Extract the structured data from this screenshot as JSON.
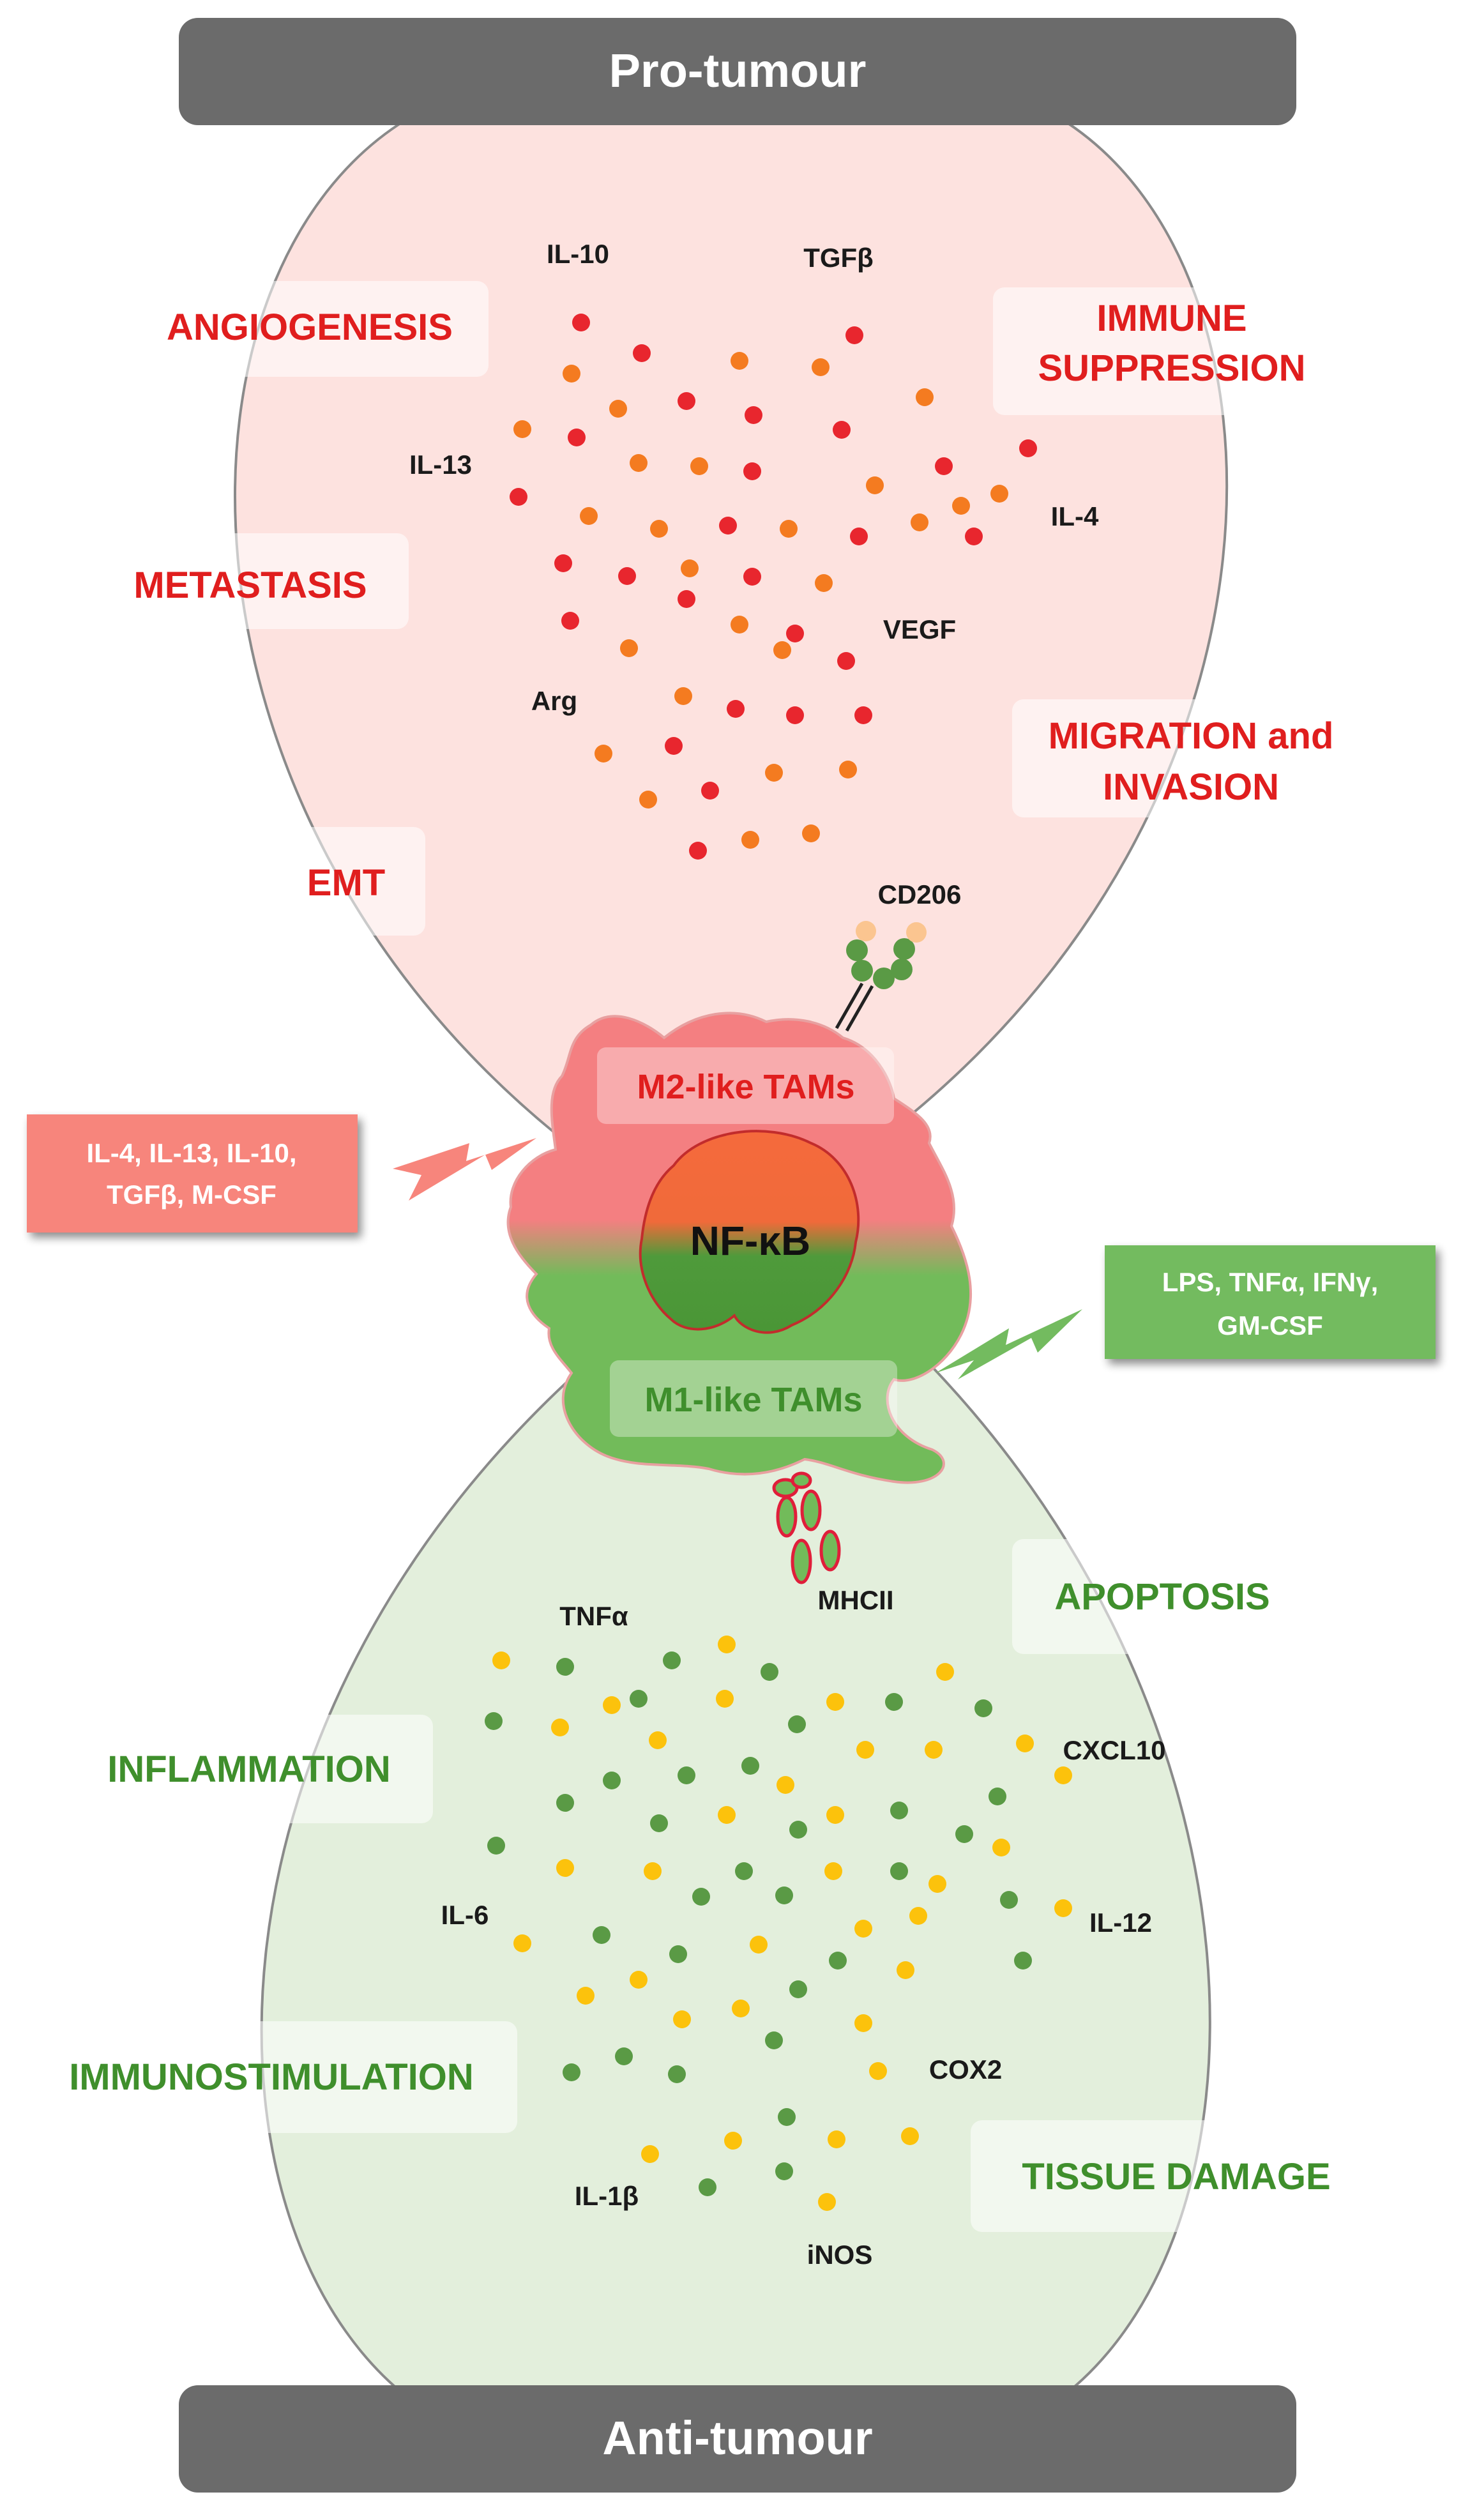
{
  "banners": {
    "top": "Pro-tumour",
    "bottom": "Anti-tumour"
  },
  "pro_effects": {
    "angiogenesis": "ANGIOGENESIS",
    "immune_line1": "IMMUNE",
    "immune_line2": "SUPPRESSION",
    "metastasis": "METASTASIS",
    "migration_line1": "MIGRATION and",
    "migration_line2": "INVASION",
    "emt": "EMT"
  },
  "pro_cytokines": {
    "il10": "IL-10",
    "tgfb": "TGFβ",
    "il13": "IL-13",
    "il4": "IL-4",
    "vegf": "VEGF",
    "arg": "Arg",
    "cd206": "CD206"
  },
  "cell": {
    "m2": "M2-like TAMs",
    "m1": "M1-like TAMs",
    "nfkb": "NF-κB",
    "mhcii": "MHCII"
  },
  "stimuli": {
    "m2_line1": "IL-4, IL-13, IL-10,",
    "m2_line2": "TGFβ, M-CSF",
    "m1_line1": "LPS, TNFα, IFNγ,",
    "m1_line2": "GM-CSF"
  },
  "anti_effects": {
    "apoptosis": "APOPTOSIS",
    "inflammation": "INFLAMMATION",
    "immunostimulation": "IMMUNOSTIMULATION",
    "tissue_damage": "TISSUE DAMAGE"
  },
  "anti_cytokines": {
    "tnfa": "TNFα",
    "cxcl10": "CXCL10",
    "il6": "IL-6",
    "il12": "IL-12",
    "cox2": "COX2",
    "il1b": "IL-1β",
    "inos": "iNOS"
  },
  "colors": {
    "banner": "#6b6b6b",
    "pro_fill": "#fde2df",
    "anti_fill": "#e3efdc",
    "red_text": "#e01e1e",
    "green_text": "#3f8f2c",
    "red_dot": "#e8262e",
    "orange_dot": "#f47b20",
    "green_dot": "#5a9a45",
    "yellow_dot": "#fcc20c"
  }
}
